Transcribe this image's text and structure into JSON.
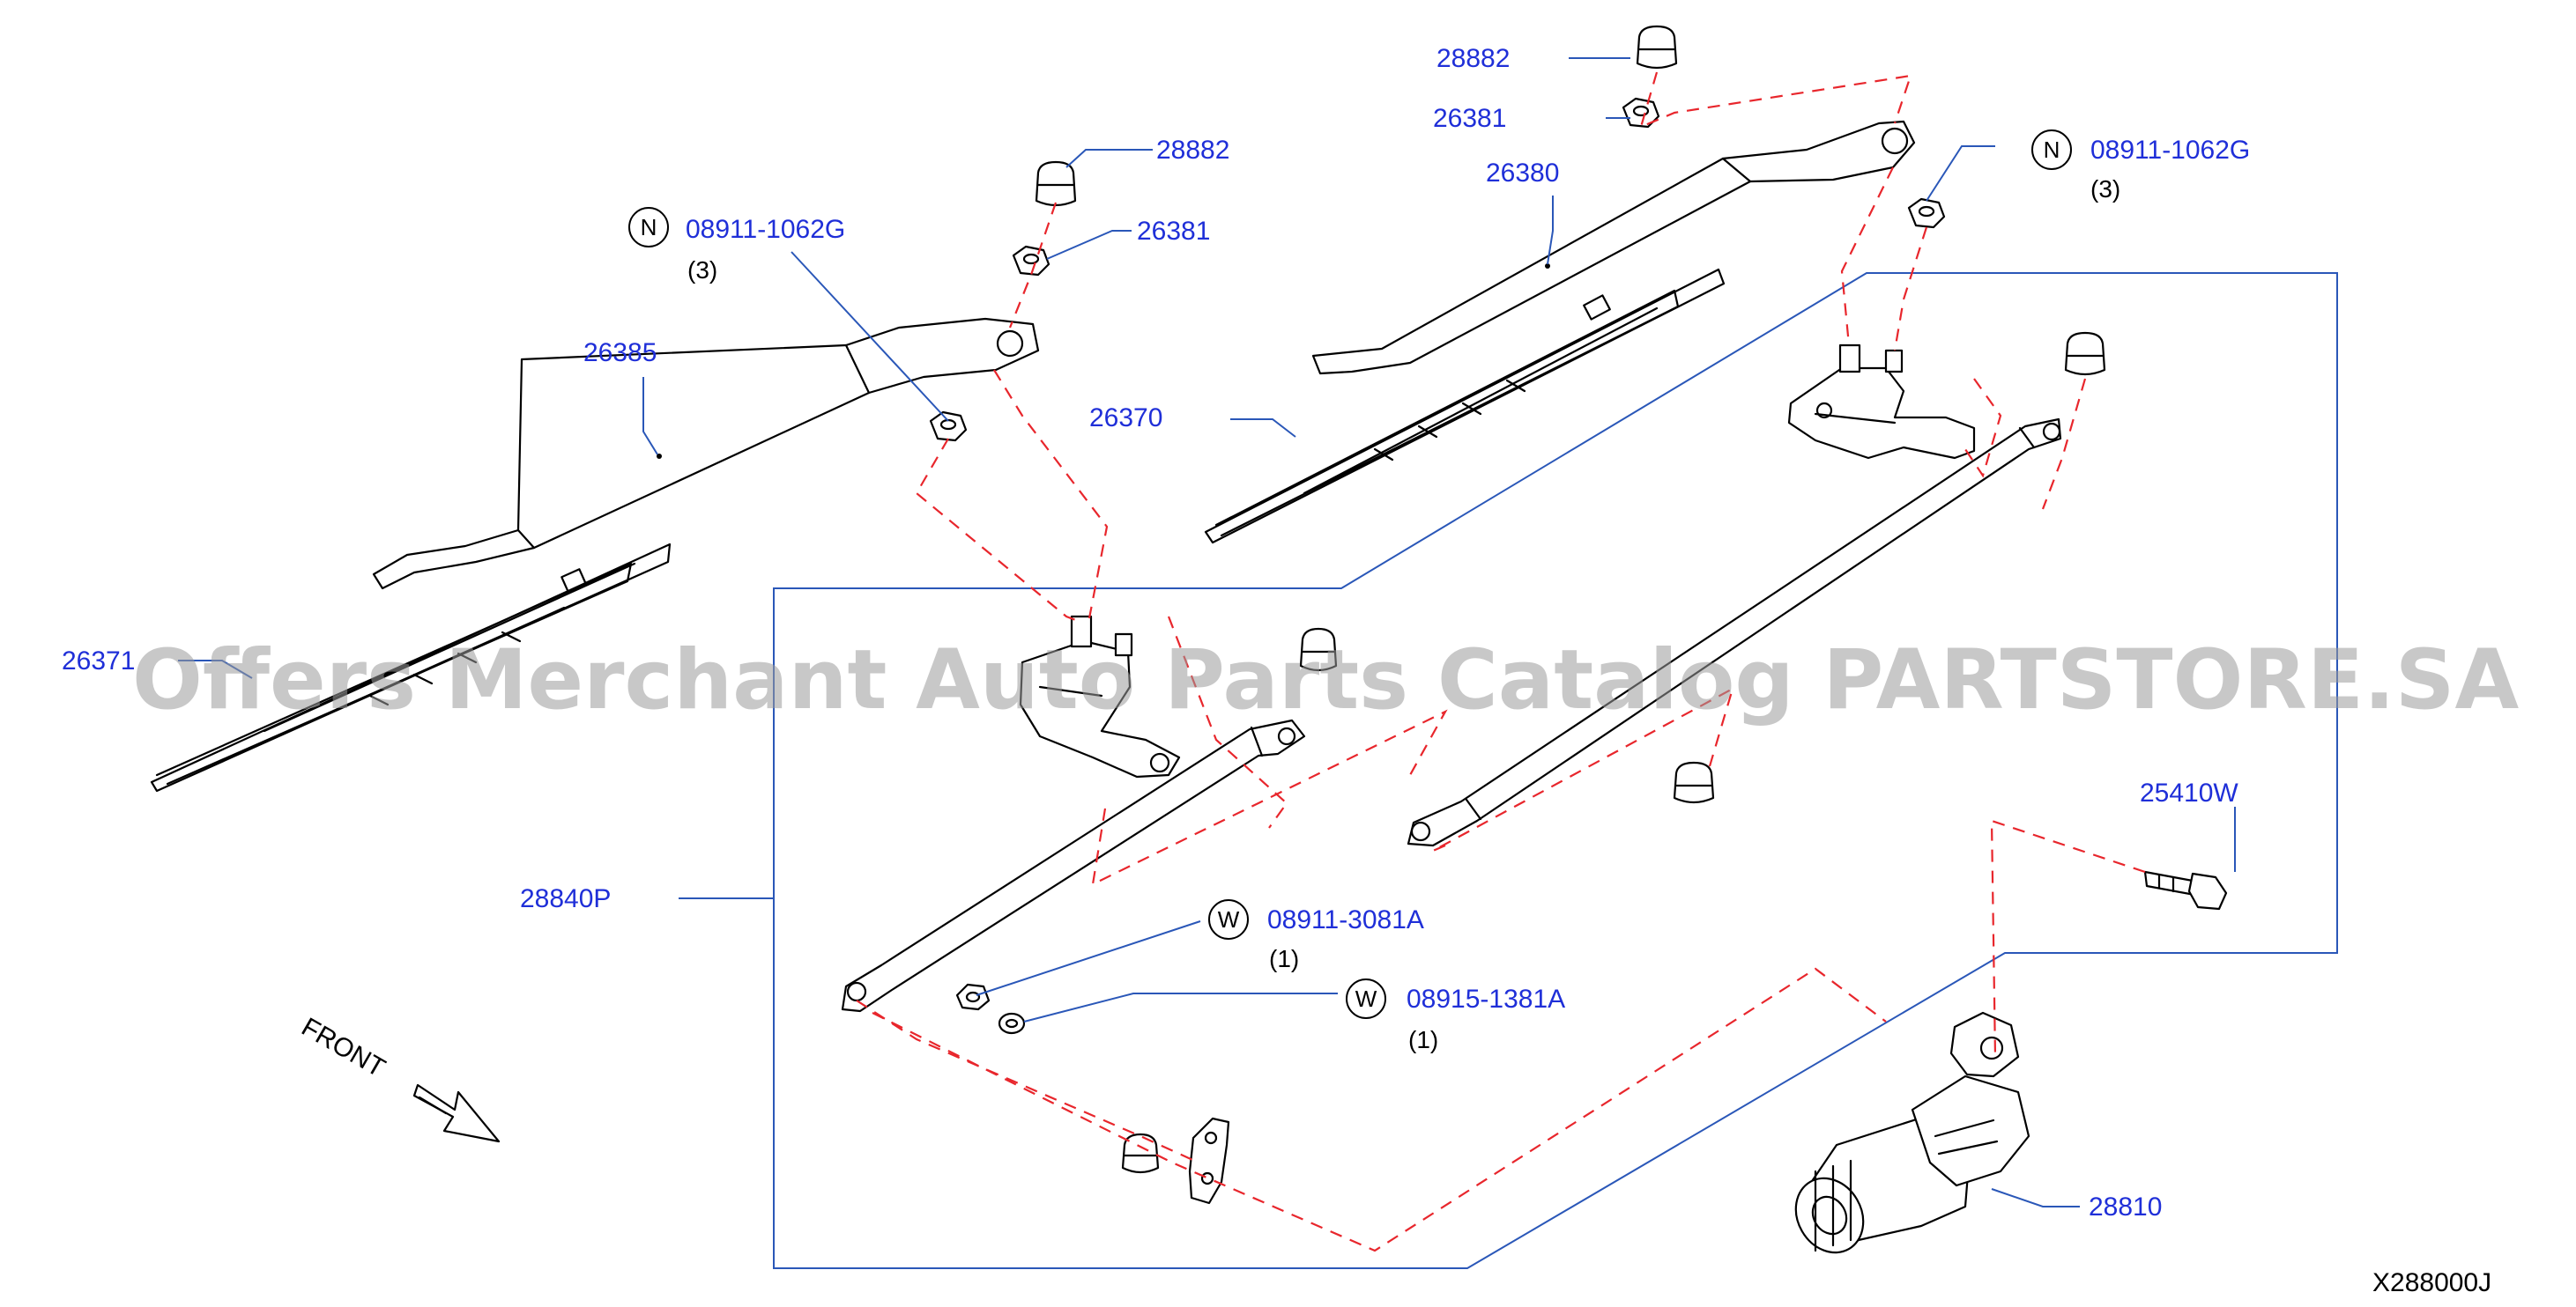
{
  "callouts": {
    "p28882_right": "28882",
    "p26381_right": "26381",
    "p26380": "26380",
    "n_right": {
      "symbol": "N",
      "part": "08911-1062G",
      "qty": "(3)"
    },
    "p28882_left": "28882",
    "p26381_left": "26381",
    "n_left": {
      "symbol": "N",
      "part": "08911-1062G",
      "qty": "(3)"
    },
    "p26385": "26385",
    "p26370": "26370",
    "p26371": "26371",
    "p28840P": "28840P",
    "w_upper": {
      "symbol": "W",
      "part": "08911-3081A",
      "qty": "(1)"
    },
    "w_lower": {
      "symbol": "W",
      "part": "08915-1381A",
      "qty": "(1)"
    },
    "p25410W": "25410W",
    "p28810": "28810"
  },
  "front_label": "FRONT",
  "diagram_code": "X288000J",
  "watermark": "Offers Merchant Auto Parts Catalog PARTSTORE.SA",
  "colors": {
    "part_number": "#1f2fd8",
    "leader_line": "#2a57b8",
    "dashed_connector": "#e8262c",
    "outline": "#000000"
  }
}
